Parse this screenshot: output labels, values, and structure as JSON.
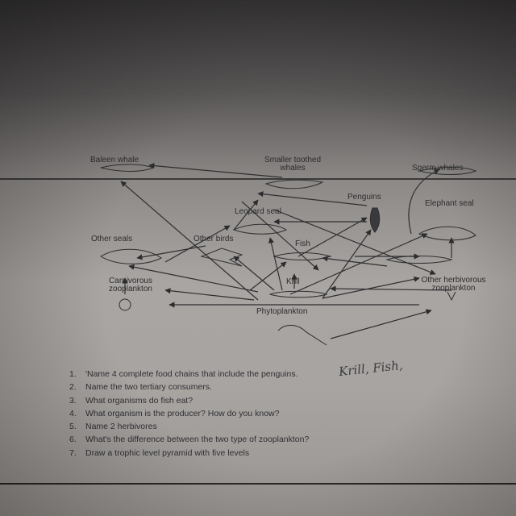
{
  "worksheet": {
    "organisms": {
      "baleen_whale": "Baleen whale",
      "smaller_toothed_whales_1": "Smaller toothed",
      "smaller_toothed_whales_2": "whales",
      "sperm_whales": "Sperm whales",
      "penguins": "Penguins",
      "elephant_seal": "Elephant seal",
      "leopard_seal": "Leopard seal",
      "other_seals": "Other seals",
      "other_birds": "Other birds",
      "fish": "Fish",
      "carnivorous_zooplankton_1": "Carnivorous",
      "carnivorous_zooplankton_2": "zooplankton",
      "krill": "Krill",
      "other_herbivorous_zooplankton_1": "Other herbivorous",
      "other_herbivorous_zooplankton_2": "zooplankton",
      "phytoplankton": "Phytoplankton"
    },
    "questions": [
      {
        "num": "1.",
        "text": "'Name 4 complete food chains that include the penguins."
      },
      {
        "num": "2.",
        "text": "Name the two tertiary consumers."
      },
      {
        "num": "3.",
        "text": "What organisms do fish eat?"
      },
      {
        "num": "4.",
        "text": "What organism is the producer? How do you know?"
      },
      {
        "num": "5.",
        "text": "Name 2 herbivores"
      },
      {
        "num": "6.",
        "text": "What's the difference between the two type of zooplankton?"
      },
      {
        "num": "7.",
        "text": "Draw a trophic level pyramid with five levels"
      }
    ],
    "handwritten_answer": "Krill, Fish,"
  },
  "colors": {
    "ink": "#2c2c2e",
    "paper": "#a9a5a2",
    "background": "#2b2a2c"
  }
}
